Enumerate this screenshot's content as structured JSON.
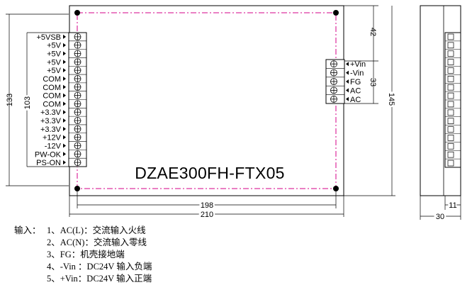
{
  "model": "DZAE300FH-FTX05",
  "output_pins": [
    "+5VSB",
    "+5V",
    "+5V",
    "+5V",
    "+5V",
    "COM",
    "COM",
    "COM",
    "COM",
    "+3.3V",
    "+3.3V",
    "+3.3V",
    "+12V",
    "-12V",
    "PW-OK",
    "PS-ON"
  ],
  "input_pins": [
    "+Vin",
    "-Vin",
    "FG",
    "AC",
    "AC"
  ],
  "dimensions": {
    "width_total": "210",
    "hole_spacing_x": "198",
    "height_total": "145",
    "height_board": "133",
    "output_block": "103",
    "input_offset": "42",
    "input_block": "33",
    "side_depth": "30",
    "side_terminal": "11"
  },
  "notes": {
    "prefix": "输入：",
    "lines": [
      "1、AC(L)：交流输入火线",
      "2、AC(N)：交流输入零线",
      "3、FG：机壳接地端",
      "4、-Vin ：DC24V 输入负端",
      "5、+Vin：DC24V 输入正端"
    ]
  },
  "colors": {
    "line": "#000000",
    "dash": "#d4008a",
    "background": "#ffffff"
  }
}
